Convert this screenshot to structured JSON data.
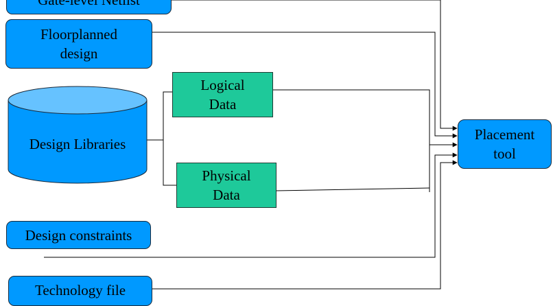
{
  "nodes": {
    "gate_level_netlist": "Gate-level Netlist",
    "floorplanned_design": "Floorplanned\ndesign",
    "design_libraries": "Design Libraries",
    "logical_data": "Logical\nData",
    "physical_data": "Physical\nData",
    "design_constraints": "Design constraints",
    "technology_file": "Technology file",
    "placement_tool": "Placement\ntool"
  },
  "colors": {
    "input_box": "#0099ff",
    "data_box": "#1ec99a",
    "cylinder_top": "#66c2ff",
    "line": "#000000"
  }
}
